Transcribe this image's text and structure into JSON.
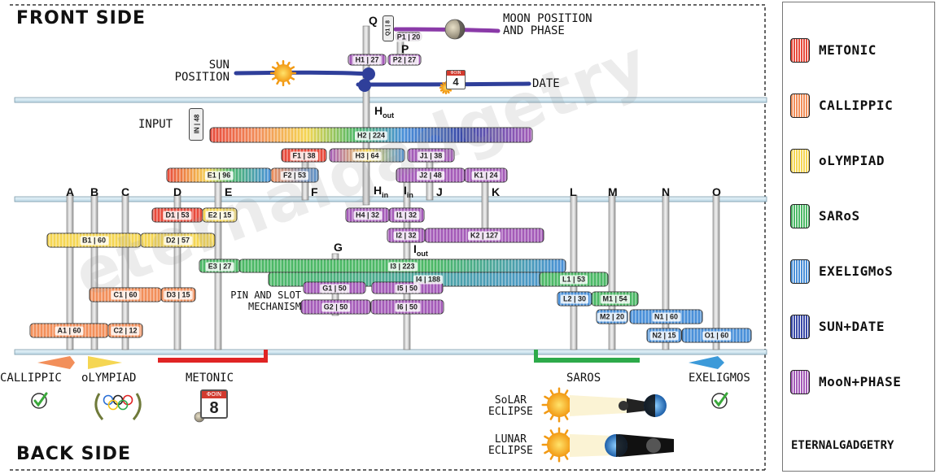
{
  "titles": {
    "front": "FRONT SIDE",
    "back": "BACK SIDE"
  },
  "labels": {
    "moon": "MOON POSITION\nAND PHASE",
    "sun": "SUN\nPOSITION",
    "date": "DATE",
    "input": "INPUT",
    "pin_slot": "PIN AND SLOT\nMECHANISM",
    "callippic": "CALLIPPIC",
    "olympiad": "oLYMPIAD",
    "metonic": "METONIC",
    "saros": "SAROS",
    "exeligmos": "EXELIGMOS",
    "solar": "SoLAR\nECLIPSE",
    "lunar": "LUNAR\nECLIPSE"
  },
  "calendar_front": {
    "month": "ΦΟΙΝ",
    "day": "4"
  },
  "calendar_back": {
    "month": "ΦΟΙΝ",
    "day": "8"
  },
  "input_knob": "IN | 48",
  "q_axis": {
    "q": "Q",
    "p": "P",
    "q_gear": "Q1 | 8"
  },
  "hout": {
    "main": "H",
    "sub": "out"
  },
  "hin": {
    "main": "H",
    "sub": "in"
  },
  "iin": {
    "main": "I",
    "sub": "in"
  },
  "iout": {
    "main": "I",
    "sub": "out"
  },
  "g_label": "G",
  "axis_letters": [
    "A",
    "B",
    "C",
    "D",
    "E",
    "F",
    "J",
    "K",
    "L",
    "M",
    "N",
    "O"
  ],
  "gears": [
    {
      "id": "p1",
      "label": "P1 | 20",
      "color": "#a45bb8"
    },
    {
      "id": "h1",
      "label": "H1 | 27",
      "color": "#a45bb8"
    },
    {
      "id": "p2",
      "label": "P2 | 27",
      "color": "#a45bb8"
    },
    {
      "id": "h2",
      "label": "H2 | 224",
      "color": "rainbow"
    },
    {
      "id": "f1",
      "label": "F1 | 38",
      "color": "#e84a3b"
    },
    {
      "id": "h3",
      "label": "H3 | 64",
      "color": "sundate"
    },
    {
      "id": "j1",
      "label": "J1 | 38",
      "color": "#a45bb8"
    },
    {
      "id": "e1",
      "label": "E1 | 96",
      "color": "e1mix"
    },
    {
      "id": "f2",
      "label": "F2 | 53",
      "color": "f2mix"
    },
    {
      "id": "j2",
      "label": "J2 | 48",
      "color": "#a45bb8"
    },
    {
      "id": "k1",
      "label": "K1 | 24",
      "color": "#a45bb8"
    },
    {
      "id": "d1",
      "label": "D1 | 53",
      "color": "#e84a3b"
    },
    {
      "id": "e2",
      "label": "E2 | 15",
      "color": "#f5d653"
    },
    {
      "id": "h4",
      "label": "H4 | 32",
      "color": "#a45bb8"
    },
    {
      "id": "i1",
      "label": "I1 | 32",
      "color": "#a45bb8"
    },
    {
      "id": "b1",
      "label": "B1 | 60",
      "color": "#f5d653"
    },
    {
      "id": "d2",
      "label": "D2 | 57",
      "color": "#f5d653"
    },
    {
      "id": "i2",
      "label": "I2 | 32",
      "color": "#a45bb8"
    },
    {
      "id": "k2",
      "label": "K2 | 127",
      "color": "#a45bb8"
    },
    {
      "id": "e3",
      "label": "E3 | 27",
      "color": "#4cb866"
    },
    {
      "id": "i3",
      "label": "I3 | 223",
      "color": "greenblue"
    },
    {
      "id": "i4",
      "label": "I4 | 188",
      "color": "greenblue2"
    },
    {
      "id": "l1",
      "label": "L1 | 53",
      "color": "#4cb866"
    },
    {
      "id": "g1",
      "label": "G1 | 50",
      "color": "#a45bb8"
    },
    {
      "id": "i5",
      "label": "I5 | 50",
      "color": "#a45bb8"
    },
    {
      "id": "c1",
      "label": "C1 | 60",
      "color": "#f28f5a"
    },
    {
      "id": "d3",
      "label": "D3 | 15",
      "color": "#f28f5a"
    },
    {
      "id": "l2",
      "label": "L2 | 30",
      "color": "#4a90d9"
    },
    {
      "id": "m1",
      "label": "M1 | 54",
      "color": "#4cb866"
    },
    {
      "id": "g2",
      "label": "G2 | 50",
      "color": "#a45bb8"
    },
    {
      "id": "i6",
      "label": "I6 | 50",
      "color": "#a45bb8"
    },
    {
      "id": "m2",
      "label": "M2 | 20",
      "color": "#4a90d9"
    },
    {
      "id": "n1",
      "label": "N1 | 60",
      "color": "#4a90d9"
    },
    {
      "id": "a1",
      "label": "A1 | 60",
      "color": "#f28f5a"
    },
    {
      "id": "c2",
      "label": "C2 | 12",
      "color": "#f28f5a"
    },
    {
      "id": "n2",
      "label": "N2 | 15",
      "color": "#4a90d9"
    },
    {
      "id": "o1",
      "label": "O1 | 60",
      "color": "#4a90d9"
    }
  ],
  "legend": [
    {
      "name": "METONIC",
      "color": "#e84a3b"
    },
    {
      "name": "CALLIPPIC",
      "color": "#f28f5a"
    },
    {
      "name": "oLYMPIAD",
      "color": "#f5d653"
    },
    {
      "name": "SARoS",
      "color": "#4cb866"
    },
    {
      "name": "EXELIGMoS",
      "color": "#4a90d9"
    },
    {
      "name": "SUN+DATE",
      "color": "#3a4aa8"
    },
    {
      "name": "MooN+PHASE",
      "color": "#a45bb8"
    }
  ],
  "brand": "ETERNALGADGETRY",
  "watermark": "eternalgadgetry"
}
